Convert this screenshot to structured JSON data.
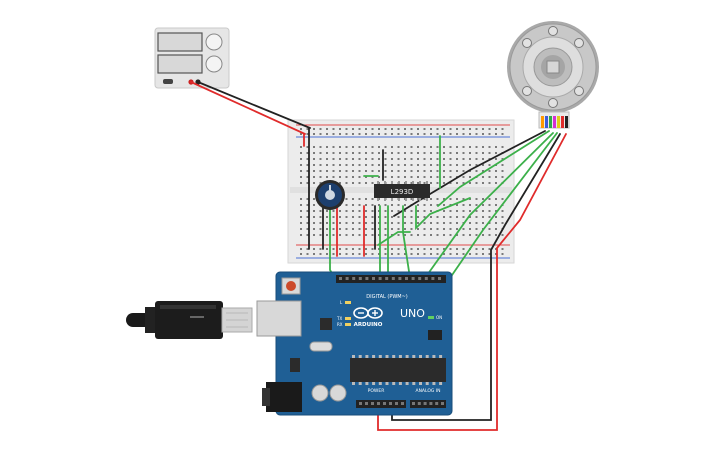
{
  "canvas": {
    "background": "#ffffff"
  },
  "arduino": {
    "brand": "ARDUINO",
    "model": "UNO",
    "digital_header": "DIGITAL (PWM~)",
    "power_header": "POWER",
    "analog_header": "ANALOG IN",
    "led_l": "L",
    "led_tx": "TX",
    "led_rx": "RX",
    "led_on": "ON",
    "board_color": "#1f5f95"
  },
  "chip": {
    "label": "L293D"
  },
  "potentiometer": {
    "knob_color": "#1d3f6e"
  },
  "power_supply": {
    "body_color": "#e6e6e6"
  },
  "motor": {
    "body_color": "#c8c8c8"
  },
  "wires": {
    "green": "#3cb04a",
    "red": "#e02b2b",
    "black": "#222222"
  }
}
